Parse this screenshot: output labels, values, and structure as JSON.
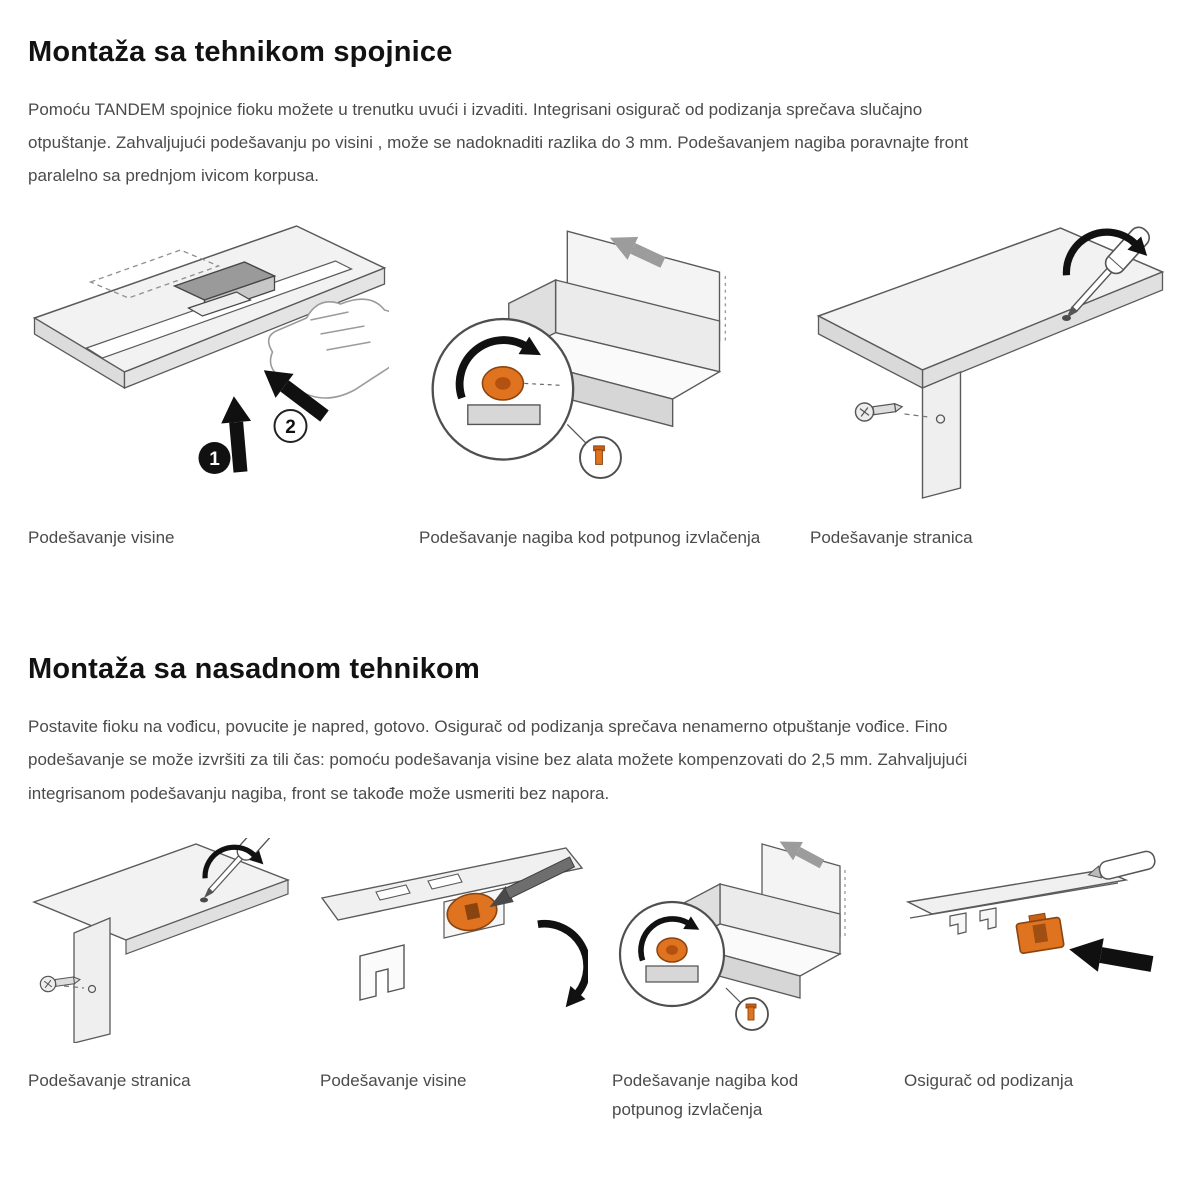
{
  "sections": [
    {
      "title": "Montaža sa tehnikom spojnice",
      "body": "Pomoću TANDEM spojnice fioku možete u trenutku uvući i izvaditi. Integrisani osigurač od podizanja sprečava slučajno otpuštanje. Zahvaljujući podešavanju po visini , može se nadoknaditi razlika do 3 mm. Podešavanjem nagiba poravnajte front paralelno sa prednjom ivicom korpusa.",
      "figures": [
        {
          "caption": "Podešavanje visine",
          "illustration": "drawer-underside-latch-with-numbered-arrows",
          "markers": [
            "1",
            "2"
          ]
        },
        {
          "caption": "Podešavanje nagiba kod potpunog izvlačenja",
          "illustration": "drawer-with-magnifier-tilt-mechanism"
        },
        {
          "caption": "Podešavanje stranica",
          "illustration": "cabinet-side-screwdriver-adjustment"
        }
      ]
    },
    {
      "title": "Montaža sa nasadnom tehnikom",
      "body": "Postavite fioku na vođicu, povucite je napred, gotovo. Osigurač od podizanja sprečava nenamerno otpuštanje vođice. Fino podešavanje se može izvršiti za tili čas: pomoću podešavanja visine bez alata možete kompenzovati do 2,5 mm. Zahvaljujući integrisanom podešavanju nagiba, front se takođe može usmeriti bez napora.",
      "figures": [
        {
          "caption": "Podešavanje stranica",
          "illustration": "panel-screwdriver-adjustment"
        },
        {
          "caption": "Podešavanje visine",
          "illustration": "rail-orange-wheel-height-adjustment"
        },
        {
          "caption": "Podešavanje nagiba kod potpunog izvlačenja",
          "illustration": "drawer-with-magnifier-tilt-mechanism-small"
        },
        {
          "caption": "Osigurač od podizanja",
          "illustration": "rail-lift-lock-clip-arrow"
        }
      ]
    }
  ],
  "colors": {
    "accent_orange": "#e0731f",
    "heading_text": "#121212",
    "body_text": "#4b4b4b",
    "line_gray": "#555555",
    "arrow_black": "#101010",
    "arrow_gray": "#9c9c9c"
  }
}
